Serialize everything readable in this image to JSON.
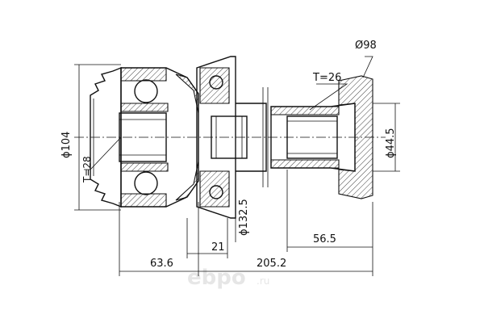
{
  "dimensions": {
    "flange_diameter": "Ø98",
    "outer_diameter": "ϕ104",
    "shaft_diameter": "ϕ44.5",
    "bearing_diameter": "ϕ132.5",
    "length_left": "63.6",
    "length_total": "205.2",
    "length_right": "56.5",
    "length_21": "21",
    "teeth_right": "T=26",
    "teeth_left": "T=28"
  },
  "watermark": {
    "text": "ebpo",
    "domain": ".ru"
  },
  "colors": {
    "line": "#111111",
    "watermark": "#e6e6e6"
  }
}
